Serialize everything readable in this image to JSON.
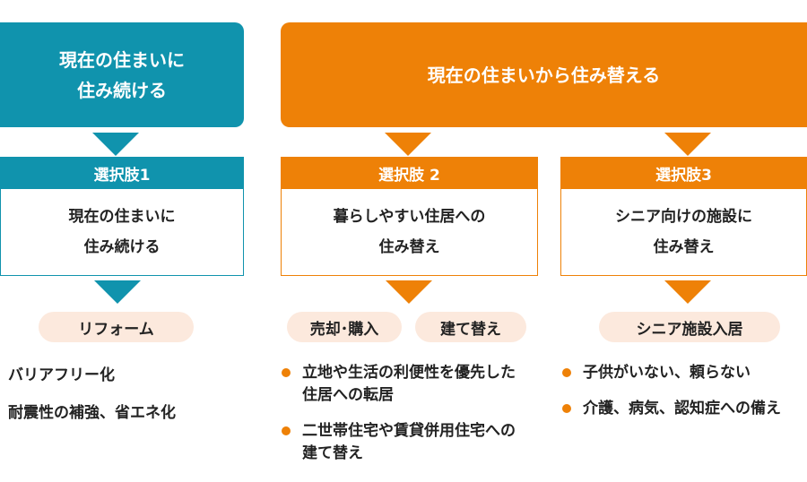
{
  "headers": {
    "stay_line1": "現在の住まいに",
    "stay_line2": "住み続ける",
    "move": "現在の住まいから住み替える"
  },
  "options": [
    {
      "title": "選択肢1",
      "line1": "現在の住まいに",
      "line2": "住み続ける"
    },
    {
      "title": "選択肢 2",
      "line1": "暮らしやすい住居への",
      "line2": "住み替え"
    },
    {
      "title": "選択肢3",
      "line1": "シニア向けの施設に",
      "line2": "住み替え"
    }
  ],
  "pills": {
    "opt1": "リフォーム",
    "opt2a": "売却･購入",
    "opt2b": "建て替え",
    "opt3": "シニア施設入居"
  },
  "opt1_items": [
    "バリアフリー化",
    "耐震性の補強、省エネ化"
  ],
  "opt2_items": [
    {
      "line1": "立地や生活の利便性を優先した",
      "line2": "住居への転居"
    },
    {
      "line1": "二世帯住宅や賃貸併用住宅への",
      "line2": "建て替え"
    }
  ],
  "opt3_items": [
    "子供がいない、頼らない",
    "介護、病気、認知症への備え"
  ],
  "colors": {
    "teal": "#1093ad",
    "orange": "#ee8107",
    "pill_bg": "#fce9dd"
  }
}
